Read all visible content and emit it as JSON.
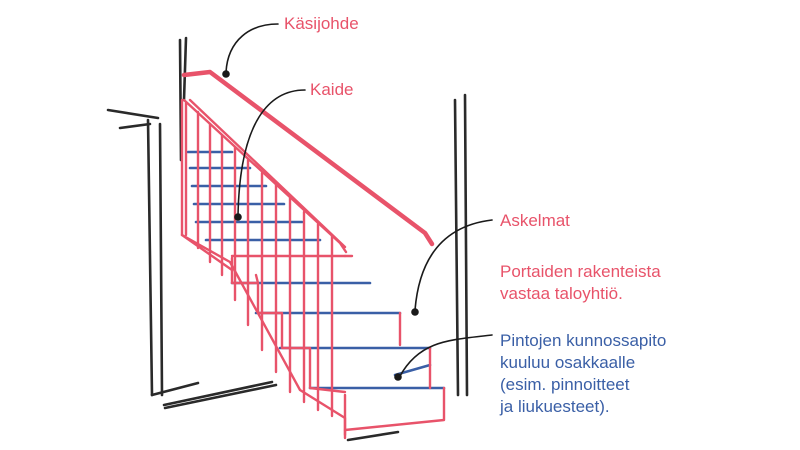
{
  "labels": {
    "handrail": "Käsijohde",
    "railing": "Kaide",
    "steps": "Askelmat",
    "responsibility": [
      "Portaiden rakenteista",
      "vastaa taloyhtiö."
    ],
    "maintenance": [
      "Pintojen kunnossapito",
      "kuuluu osakkaalle",
      "(esim. pinnoitteet",
      "ja liukuesteet)."
    ]
  },
  "colors": {
    "structure_red": "#e8536a",
    "surface_blue": "#3a5fa6",
    "outline_dark": "#2a2a2a"
  }
}
